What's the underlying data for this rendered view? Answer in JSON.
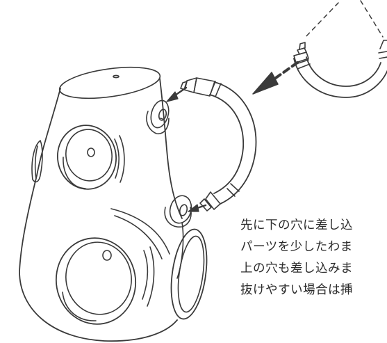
{
  "colors": {
    "stroke": "#3a3a3a",
    "text": "#2b2b2b",
    "background": "#ffffff"
  },
  "instructions": {
    "line1": "先に下の穴に差し込",
    "line2": "パーツを少したわま",
    "line3": "上の穴も差し込みま",
    "line4": "抜けやすい場合は挿"
  }
}
